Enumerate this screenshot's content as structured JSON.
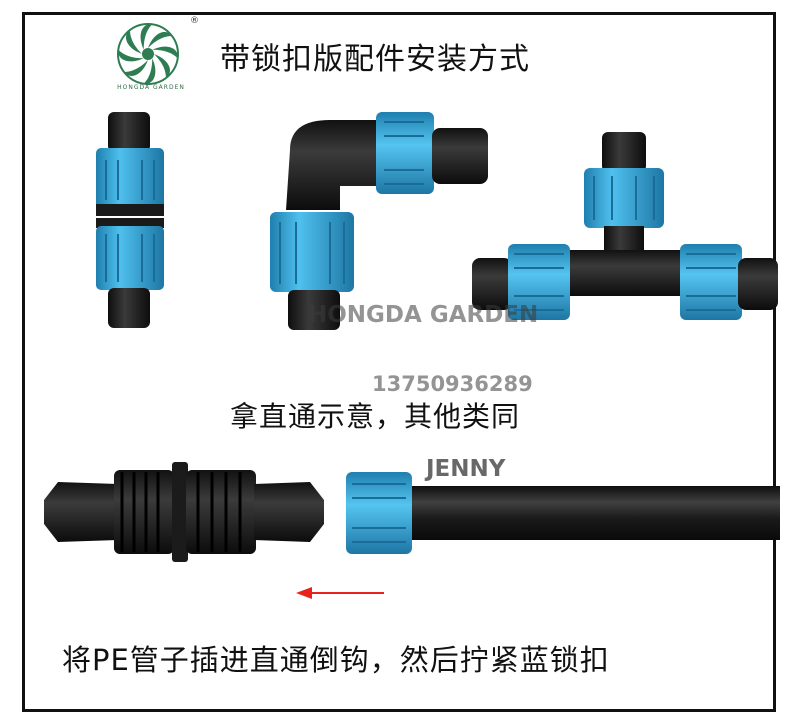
{
  "header": {
    "logo_text": "HONGDA GARDEN",
    "title": "带锁扣版配件安装方式"
  },
  "watermarks": {
    "brand": "HONGDA GARDEN",
    "phone": "13750936289",
    "name": "JENNY"
  },
  "captions": {
    "middle": "拿直通示意，其他类同",
    "bottom": "将PE管子插进直通倒钩，然后拧紧蓝锁扣"
  },
  "colors": {
    "connector_blue": "#3aa6d6",
    "connector_black": "#1c1c1c",
    "arrow_red": "#e8231c",
    "logo_green": "#2e7d52"
  },
  "icons": [
    "hongda-logo-icon",
    "registered-mark-icon",
    "arrow-left-icon"
  ]
}
